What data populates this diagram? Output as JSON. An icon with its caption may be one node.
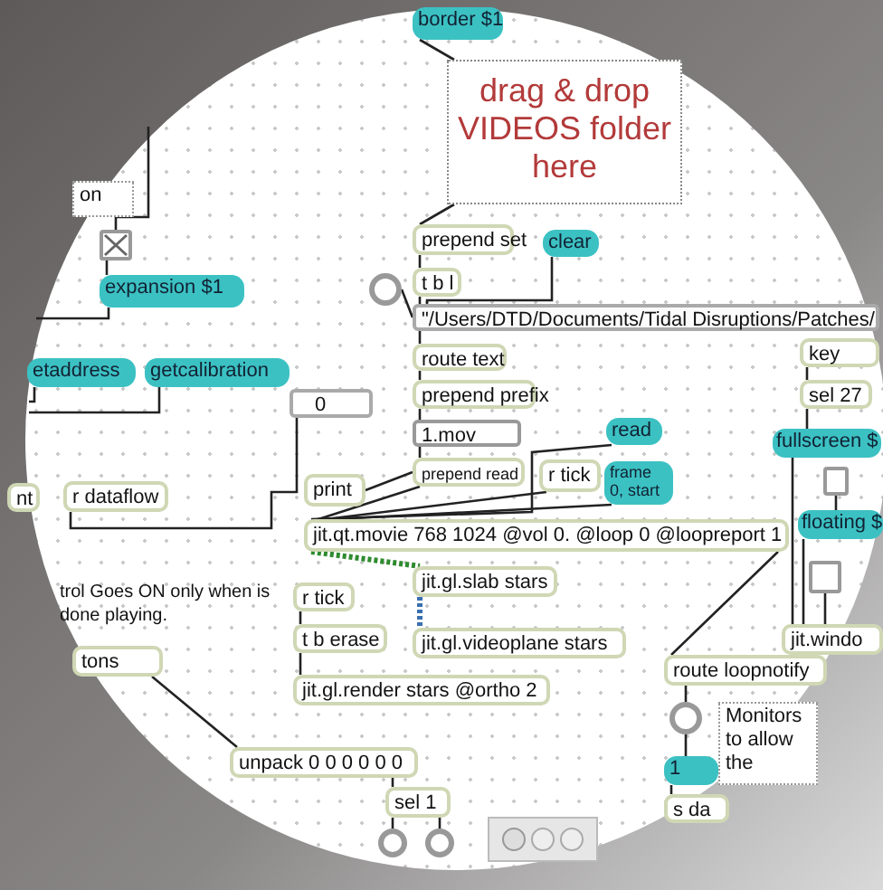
{
  "diagram": {
    "nodes": [
      {
        "text": [
          "border $1"
        ]
      },
      {
        "text": [
          "drag & drop VIDEOS folder here"
        ]
      },
      {
        "text": [
          "prepend set"
        ]
      },
      {
        "text": [
          "clear"
        ]
      },
      {
        "text": [
          "t b l"
        ]
      },
      {
        "text": [],
        "shape": "circle"
      },
      {
        "text": [
          "\"/Users/DTD/Documents/Tidal Disruptions/Patches/"
        ]
      },
      {
        "text": [
          "route text"
        ]
      },
      {
        "text": [
          "prepend prefix"
        ]
      },
      {
        "text": [
          "1.mov"
        ]
      },
      {
        "text": [
          "0"
        ]
      },
      {
        "text": [
          "read"
        ]
      },
      {
        "text": [
          "prepend read"
        ]
      },
      {
        "text": [
          "r tick"
        ]
      },
      {
        "text": [
          "frame 0, start"
        ]
      },
      {
        "text": [
          "print"
        ]
      },
      {
        "text": [
          "jit.qt.movie 768 1024 @vol 0. @loop 0 @loopreport 1"
        ]
      },
      {
        "text": [
          "r tick"
        ]
      },
      {
        "text": [
          "jit.gl.slab stars"
        ]
      },
      {
        "text": [
          "t b erase"
        ]
      },
      {
        "text": [
          "jit.gl.videoplane stars"
        ]
      },
      {
        "text": [
          "jit.gl.render stars @ortho 2"
        ]
      },
      {
        "text": [
          "route loopnotify"
        ]
      },
      {
        "text": [],
        "shape": "circle"
      },
      {
        "text": [
          "1"
        ]
      },
      {
        "text": [
          "s da"
        ]
      },
      {
        "text": [
          "Monitors to allow the"
        ]
      },
      {
        "text": [
          "key"
        ]
      },
      {
        "text": [
          "sel 27"
        ]
      },
      {
        "text": [
          "fullscreen $"
        ]
      },
      {
        "text": [],
        "shape": "box"
      },
      {
        "text": [
          "floating $"
        ]
      },
      {
        "text": [],
        "shape": "box"
      },
      {
        "text": [
          "jit.windo"
        ]
      },
      {
        "text": [
          "unpack 0 0 0 0 0 0"
        ]
      },
      {
        "text": [
          "sel 1"
        ]
      },
      {
        "text": [],
        "shape": "circle"
      },
      {
        "text": [],
        "shape": "circle"
      },
      {
        "text": [
          "on"
        ]
      },
      {
        "text": [],
        "shape": "box"
      },
      {
        "text": [
          "expansion $1"
        ]
      },
      {
        "text": [
          "etaddress"
        ]
      },
      {
        "text": [
          "getcalibration"
        ]
      },
      {
        "text": [
          "nt"
        ]
      },
      {
        "text": [
          "r dataflow"
        ]
      },
      {
        "text": [
          "trol Goes ON only when is done playing."
        ]
      },
      {
        "text": [
          "tons"
        ]
      }
    ],
    "edges": [
      {
        "from": 0,
        "to": 1,
        "arrow": "none"
      },
      {
        "from": 1,
        "to": 2,
        "arrow": "none"
      },
      {
        "from": 2,
        "to": 4,
        "arrow": "none"
      },
      {
        "from": 4,
        "to": 6,
        "arrow": "none"
      },
      {
        "from": 3,
        "to": 6,
        "arrow": "none"
      },
      {
        "from": 5,
        "to": 6,
        "arrow": "none"
      },
      {
        "from": 6,
        "to": 7,
        "arrow": "none"
      },
      {
        "from": 7,
        "to": 8,
        "arrow": "none"
      },
      {
        "from": 8,
        "to": 9,
        "arrow": "none"
      },
      {
        "from": 9,
        "to": 12,
        "arrow": "none"
      },
      {
        "from": 11,
        "to": 16,
        "arrow": "none"
      },
      {
        "from": 12,
        "to": 16,
        "arrow": "none"
      },
      {
        "from": 13,
        "to": 16,
        "arrow": "none"
      },
      {
        "from": 14,
        "to": 16,
        "arrow": "none"
      },
      {
        "from": 12,
        "to": 15,
        "arrow": "none"
      },
      {
        "from": 44,
        "to": 10,
        "arrow": "none"
      },
      {
        "from": 16,
        "to": 18,
        "arrow": "none",
        "style": "dashed",
        "color": "#2e8b2e"
      },
      {
        "from": 18,
        "to": 20,
        "arrow": "none",
        "style": "dashed",
        "color": "#3a6fb0"
      },
      {
        "from": 17,
        "to": 19,
        "arrow": "none"
      },
      {
        "from": 19,
        "to": 21,
        "arrow": "none"
      },
      {
        "from": 16,
        "to": 22,
        "arrow": "none"
      },
      {
        "from": 22,
        "to": 23,
        "arrow": "none"
      },
      {
        "from": 23,
        "to": 24,
        "arrow": "none"
      },
      {
        "from": 24,
        "to": 25,
        "arrow": "none"
      },
      {
        "from": 27,
        "to": 28,
        "arrow": "none"
      },
      {
        "from": 28,
        "to": 29,
        "arrow": "none"
      },
      {
        "from": 29,
        "to": 33,
        "arrow": "none"
      },
      {
        "from": 30,
        "to": 31,
        "arrow": "none"
      },
      {
        "from": 31,
        "to": 33,
        "arrow": "none"
      },
      {
        "from": 32,
        "to": 33,
        "arrow": "none"
      },
      {
        "from": 46,
        "to": 34,
        "arrow": "none"
      },
      {
        "from": 34,
        "to": 35,
        "arrow": "none"
      },
      {
        "from": 35,
        "to": 36,
        "arrow": "none"
      },
      {
        "from": 35,
        "to": 37,
        "arrow": "none"
      },
      {
        "from": null,
        "to": 39,
        "arrow": "none"
      },
      {
        "from": 39,
        "to": 40,
        "arrow": "none"
      },
      {
        "from": 40,
        "to": null,
        "arrow": "none"
      },
      {
        "from": 41,
        "to": null,
        "arrow": "none"
      },
      {
        "from": 42,
        "to": null,
        "arrow": "none"
      }
    ]
  }
}
